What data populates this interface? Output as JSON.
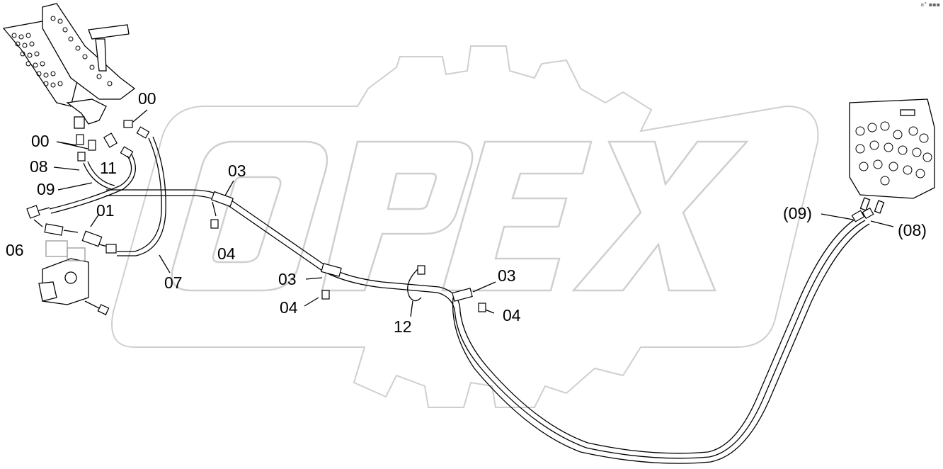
{
  "watermark": {
    "text": "OPEX",
    "color": "#cfcfcf"
  },
  "corner_mark": "a° ▪▪▪",
  "callouts": {
    "c00_top": "00",
    "c00_left": "00",
    "c11": "11",
    "c08": "08",
    "c09": "09",
    "c01": "01",
    "c06": "06",
    "c07": "07",
    "c03_a": "03",
    "c04_a": "04",
    "c03_b": "03",
    "c04_b": "04",
    "c12": "12",
    "c03_c": "03",
    "c04_c": "04",
    "c09_paren": "(09)",
    "c08_paren": "(08)"
  },
  "colors": {
    "line": "#000000",
    "watermark": "#cfcfcf"
  }
}
